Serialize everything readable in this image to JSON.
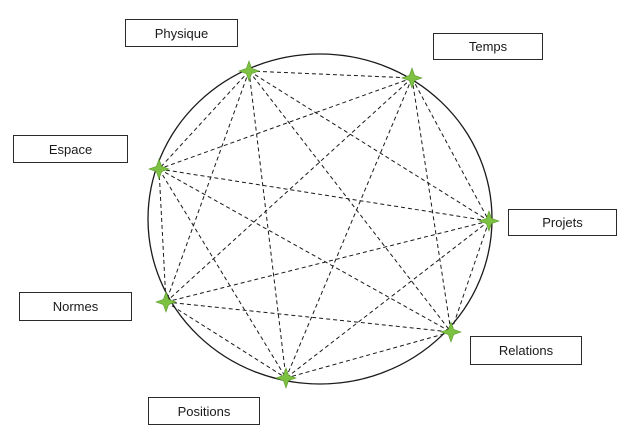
{
  "nodes": [
    {
      "id": "physique",
      "label": "Physique"
    },
    {
      "id": "temps",
      "label": "Temps"
    },
    {
      "id": "espace",
      "label": "Espace"
    },
    {
      "id": "projets",
      "label": "Projets"
    },
    {
      "id": "normes",
      "label": "Normes"
    },
    {
      "id": "relations",
      "label": "Relations"
    },
    {
      "id": "positions",
      "label": "Positions"
    }
  ],
  "edges": [
    [
      "physique",
      "temps"
    ],
    [
      "physique",
      "espace"
    ],
    [
      "physique",
      "projets"
    ],
    [
      "physique",
      "normes"
    ],
    [
      "physique",
      "relations"
    ],
    [
      "physique",
      "positions"
    ],
    [
      "temps",
      "espace"
    ],
    [
      "temps",
      "projets"
    ],
    [
      "temps",
      "normes"
    ],
    [
      "temps",
      "relations"
    ],
    [
      "temps",
      "positions"
    ],
    [
      "espace",
      "projets"
    ],
    [
      "espace",
      "normes"
    ],
    [
      "espace",
      "relations"
    ],
    [
      "espace",
      "positions"
    ],
    [
      "projets",
      "normes"
    ],
    [
      "projets",
      "relations"
    ],
    [
      "projets",
      "positions"
    ],
    [
      "normes",
      "relations"
    ],
    [
      "normes",
      "positions"
    ],
    [
      "relations",
      "positions"
    ]
  ],
  "colors": {
    "circle": "#1a1a1a",
    "edge": "#1a1a1a",
    "star": "#7dc142",
    "star_outline": "#5a9a2a"
  }
}
